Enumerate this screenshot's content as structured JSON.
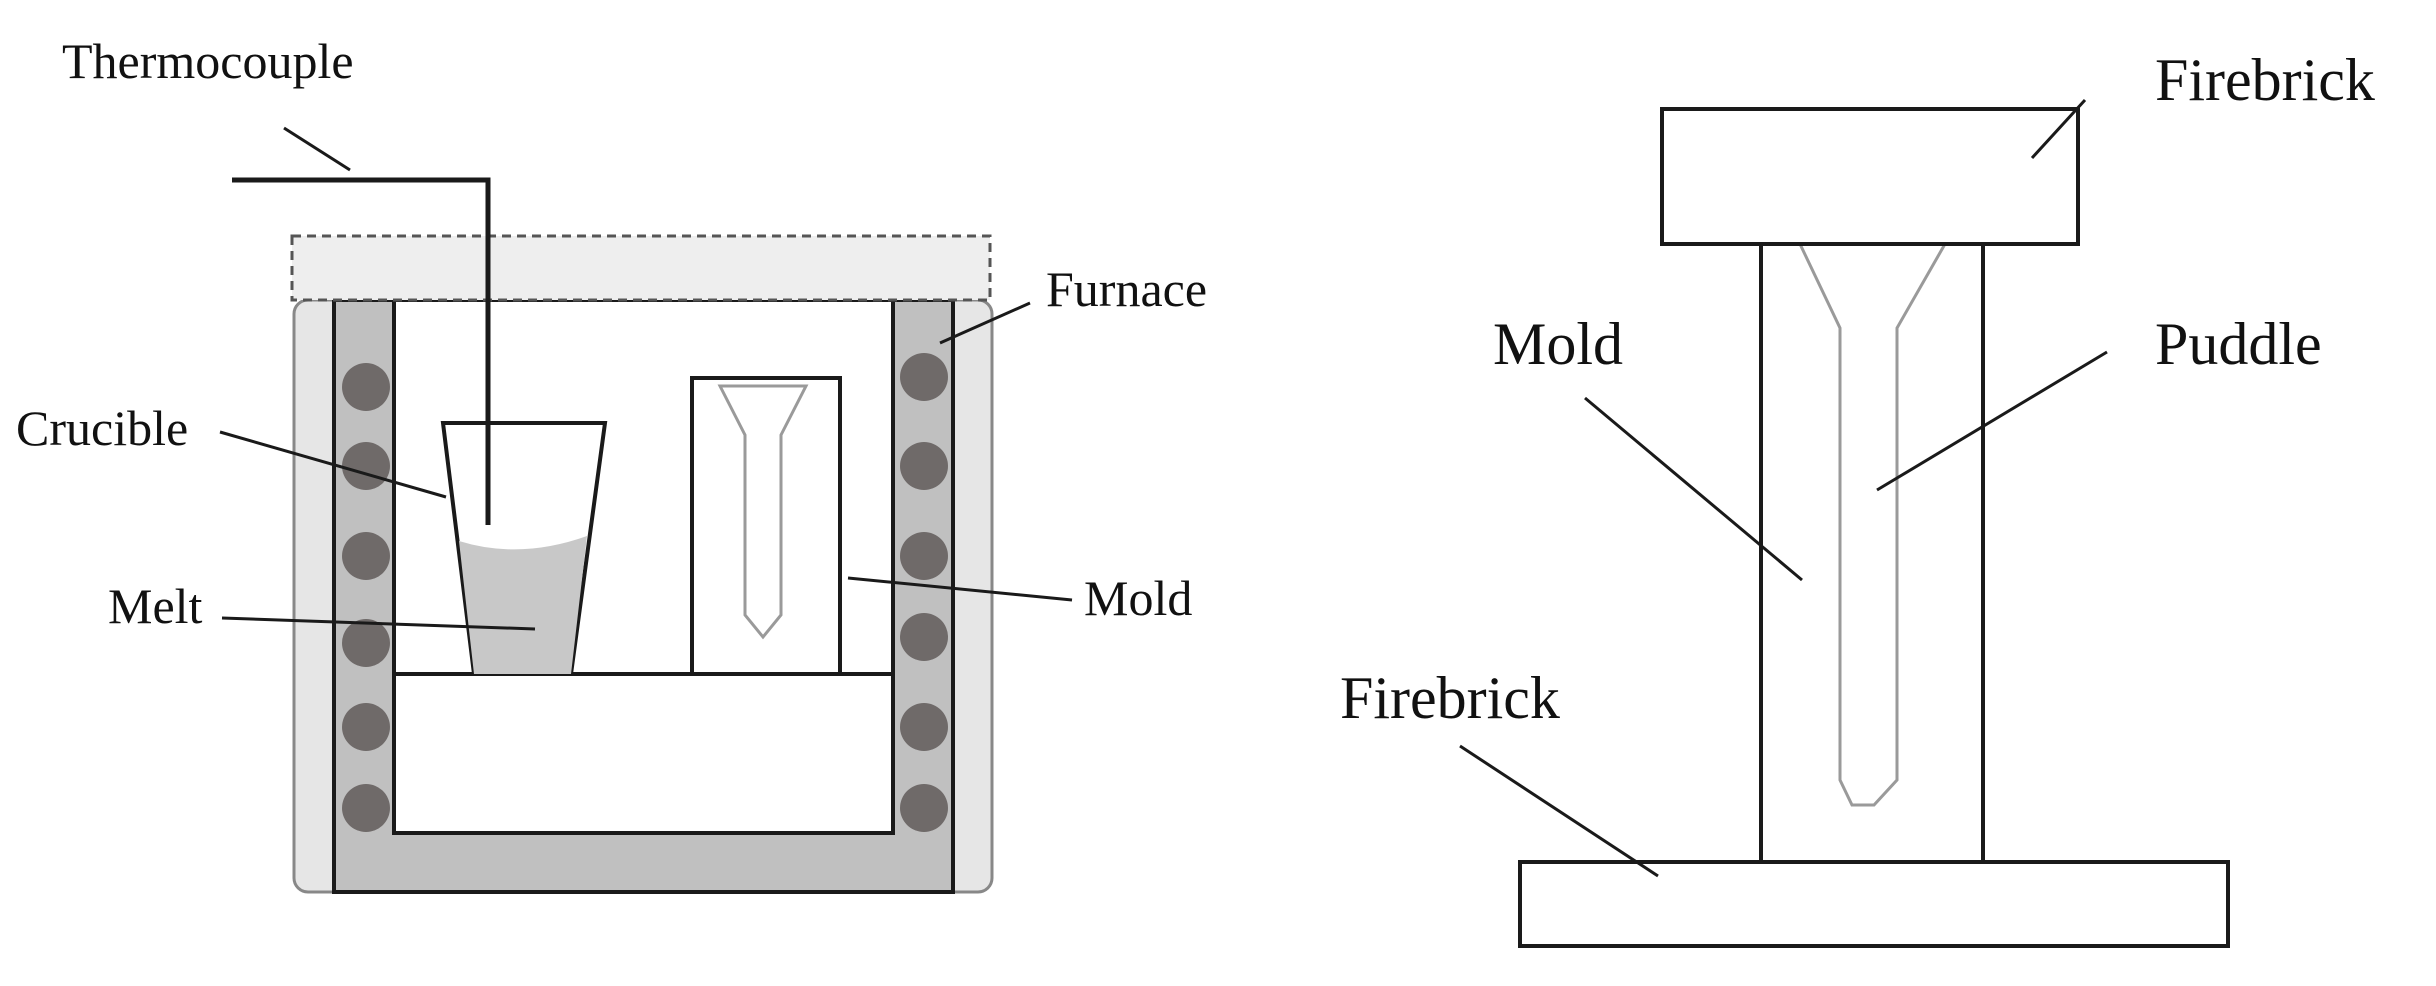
{
  "furnace_diagram": {
    "labels": {
      "thermocouple": "Thermocouple",
      "furnace": "Furnace",
      "crucible": "Crucible",
      "melt": "Melt",
      "mold": "Mold"
    }
  },
  "mold_diagram": {
    "labels": {
      "firebrick_top": "Firebrick",
      "mold": "Mold",
      "puddle": "Puddle",
      "firebrick_bottom": "Firebrick"
    }
  },
  "colors": {
    "stroke": "#1a1a1a",
    "furnace_outer_fill": "#e6e6e6",
    "furnace_wall_fill": "#c0c0c0",
    "coil_fill": "#6f6a69",
    "lid_fill": "#eeeeee",
    "melt_fill": "#c8c8c8",
    "mold_cavity_stroke": "#9a9a9a"
  },
  "heating_coils": {
    "per_side": 6
  }
}
